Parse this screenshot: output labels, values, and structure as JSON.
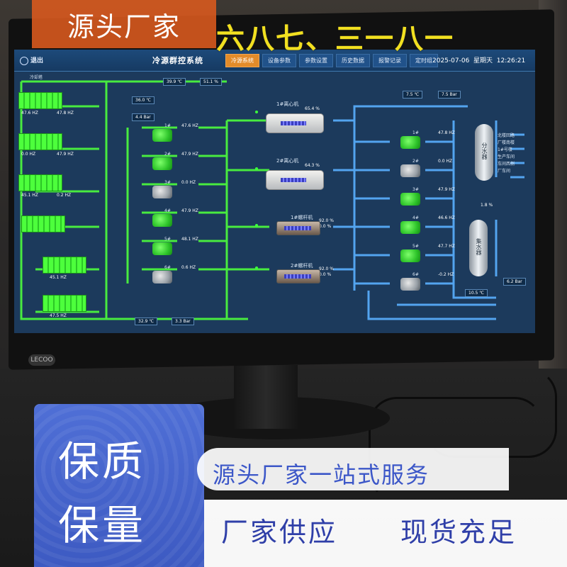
{
  "banner_top": "源头厂家",
  "top_tagline": "六八七、三一八一",
  "scada": {
    "exit_label": "退出",
    "title": "冷源群控系统",
    "tabs": [
      "冷源系统",
      "设备参数",
      "参数设置",
      "历史数据",
      "报警记录",
      "定时组"
    ],
    "date": "2025-07-06",
    "weekday": "星期天",
    "time": "12:26:21",
    "cooling_tower_label": "冷却塔",
    "readouts": {
      "top_temp": "39.9 ℃",
      "top_hum": "51.1 %",
      "cw_supply_temp": "36.0 ℃",
      "cw_supply_press": "4.4 Bar",
      "chw_supply_temp": "7.5 ℃",
      "chw_supply_press": "7.5 Bar",
      "cw_return_temp": "32.9 ℃",
      "cw_return_press": "3.3 Bar",
      "chw_return_temp": "10.5 ℃",
      "chw_return_press": "6.2 Bar",
      "bypass": "1.8 %"
    },
    "tower_hz": [
      "47.6 HZ",
      "47.8 HZ",
      "0.0 HZ",
      "47.9 HZ",
      "45.1 HZ",
      "0.2 HZ",
      "45.1 HZ",
      "47.5 HZ"
    ],
    "cw_pumps": [
      {
        "label": "1#",
        "hz": "47.6 HZ",
        "on": true
      },
      {
        "label": "2#",
        "hz": "47.9 HZ",
        "on": true
      },
      {
        "label": "3#",
        "hz": "0.0 HZ",
        "on": false
      },
      {
        "label": "4#",
        "hz": "47.9 HZ",
        "on": true
      },
      {
        "label": "5#",
        "hz": "48.1 HZ",
        "on": true
      },
      {
        "label": "6#",
        "hz": "0.6 HZ",
        "on": false
      }
    ],
    "chillers": [
      {
        "label": "1#离心机",
        "load": "65.4 %"
      },
      {
        "label": "2#离心机",
        "load": "64.3 %"
      },
      {
        "label": "1#螺杆机",
        "load": "92.0 %",
        "load2": "0.0 %"
      },
      {
        "label": "2#螺杆机",
        "load": "92.0 %",
        "load2": "0.0 %"
      }
    ],
    "chw_pumps": [
      {
        "label": "1#",
        "hz": "47.8 HZ",
        "on": true
      },
      {
        "label": "2#",
        "hz": "0.0 HZ",
        "on": false
      },
      {
        "label": "3#",
        "hz": "47.9 HZ",
        "on": true
      },
      {
        "label": "4#",
        "hz": "46.6 HZ",
        "on": true
      },
      {
        "label": "5#",
        "hz": "47.7 HZ",
        "on": true
      },
      {
        "label": "6#",
        "hz": "-0.2 HZ",
        "on": false
      }
    ],
    "tank_supply": "分水器",
    "tank_return": "集水器",
    "branch_labels": [
      "北楼回路",
      "厂楼南楼",
      "1#号楼",
      "生产车间",
      "车间西侧",
      "厂车间"
    ]
  },
  "monitor_brand": "LECOO",
  "quality_line1": "保质",
  "quality_line2": "保量",
  "service_text": "源头厂家一站式服务",
  "supply_left": "厂家供应",
  "supply_right": "现货充足"
}
